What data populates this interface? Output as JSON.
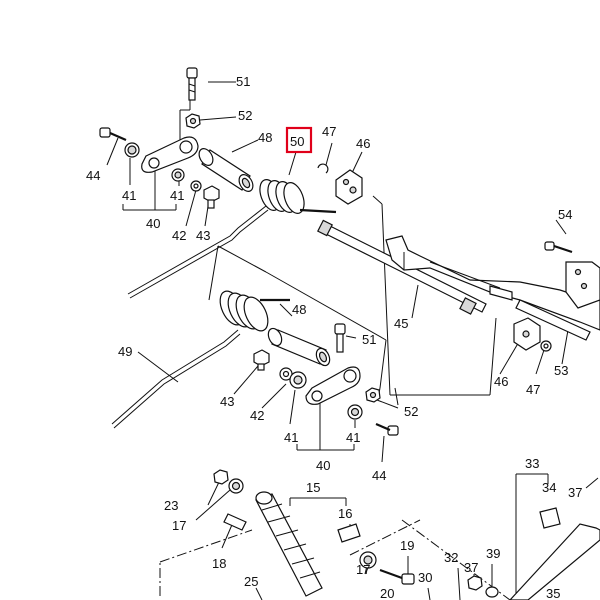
{
  "diagram": {
    "highlight_color": "#e0001a",
    "labels": {
      "l15": "15",
      "l16": "16",
      "l17a": "17",
      "l17b": "17",
      "l18": "18",
      "l19": "19",
      "l20": "20",
      "l23": "23",
      "l25": "25",
      "l30": "30",
      "l32": "32",
      "l33": "33",
      "l34": "34",
      "l35": "35",
      "l37a": "37",
      "l37b": "37",
      "l39": "39",
      "l40a": "40",
      "l40b": "40",
      "l41a": "41",
      "l41b": "41",
      "l41c": "41",
      "l41d": "41",
      "l42a": "42",
      "l42b": "42",
      "l43a": "43",
      "l43b": "43",
      "l44a": "44",
      "l44b": "44",
      "l45": "45",
      "l46a": "46",
      "l46b": "46",
      "l47a": "47",
      "l47b": "47",
      "l48a": "48",
      "l48b": "48",
      "l49": "49",
      "l50": "50",
      "l51a": "51",
      "l51b": "51",
      "l52a": "52",
      "l52b": "52",
      "l53": "53",
      "l54": "54"
    }
  }
}
